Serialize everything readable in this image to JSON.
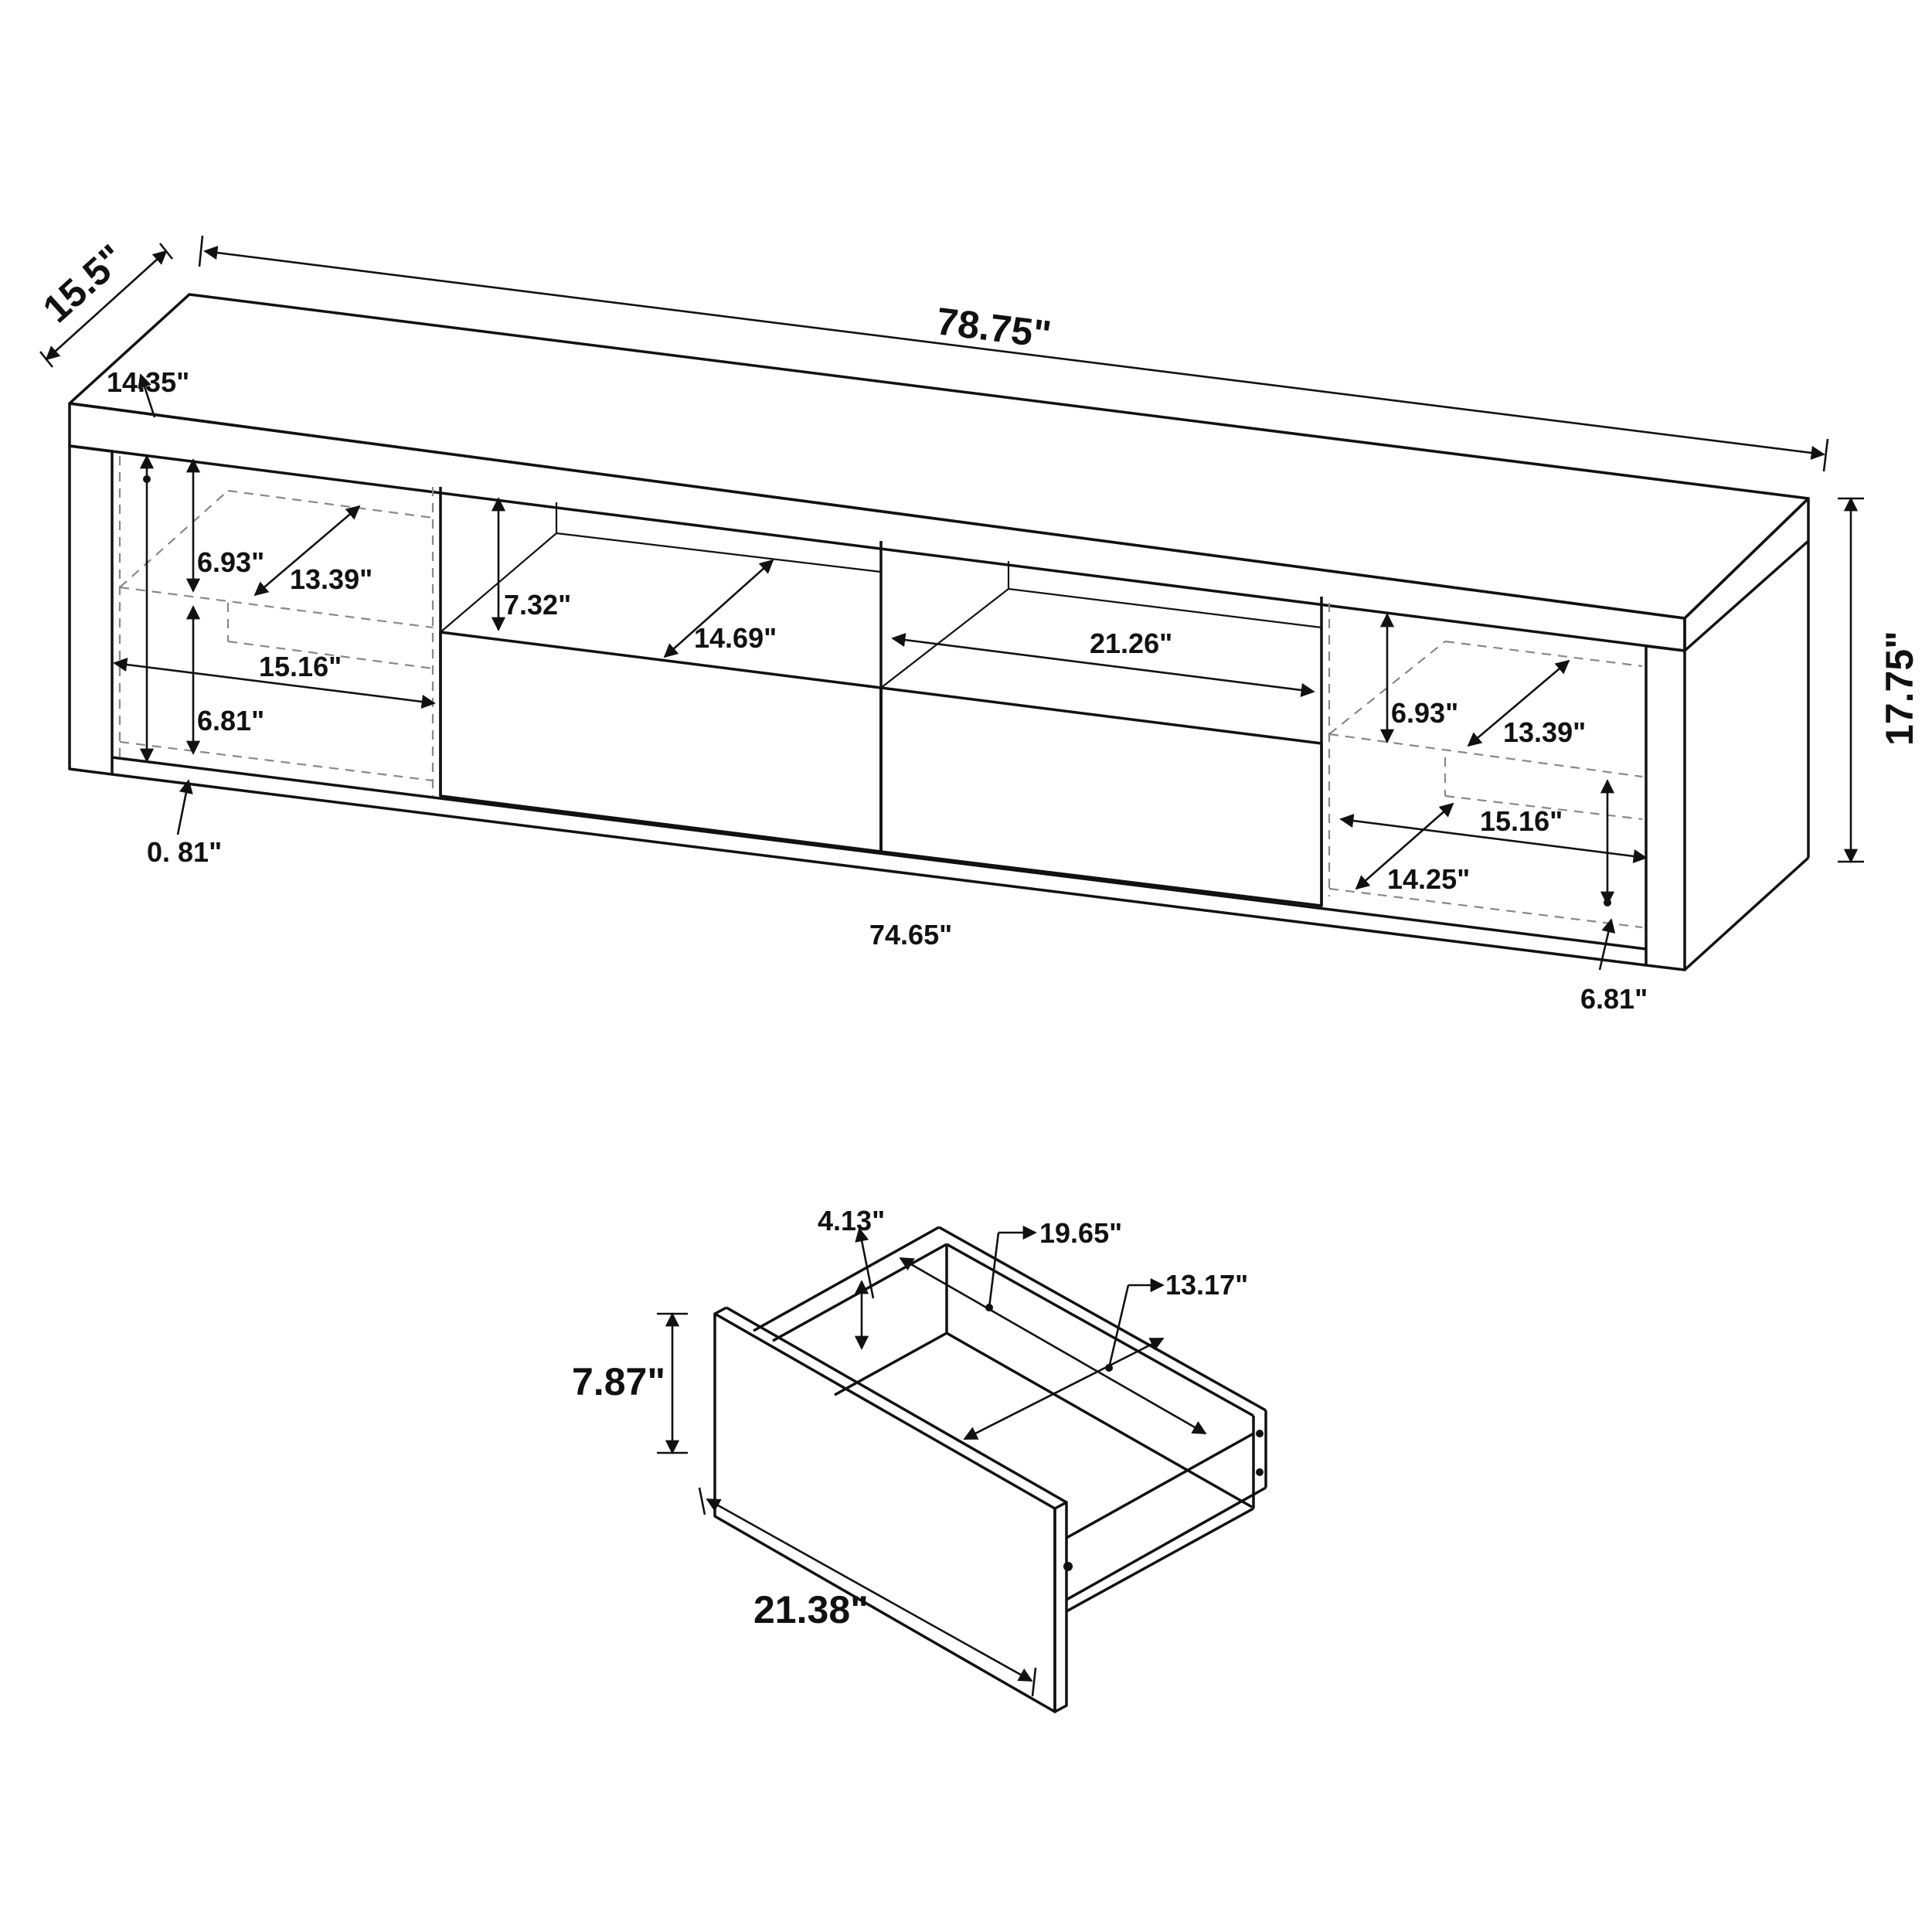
{
  "diagram": {
    "labels": {
      "overall_depth": "15.5\"",
      "overall_width": "78.75\"",
      "overall_height": "17.75\"",
      "left_top_depth": "14.35\"",
      "left_upper_height": "6.93\"",
      "left_upper_depth": "13.39\"",
      "left_width": "15.16\"",
      "left_lower_height": "6.81\"",
      "leg_height": "0. 81\"",
      "center_height": "7.32\"",
      "center_depth": "14.69\"",
      "center_right_width": "21.26\"",
      "inner_width": "74.65\"",
      "right_upper_height": "6.93\"",
      "right_upper_depth": "13.39\"",
      "right_width": "15.16\"",
      "right_lower_depth": "14.25\"",
      "right_lower_height": "6.81\"",
      "drawer_inner_height": "4.13\"",
      "drawer_inner_length": "19.65\"",
      "drawer_inner_width": "13.17\"",
      "drawer_height": "7.87\"",
      "drawer_width": "21.38\""
    }
  }
}
